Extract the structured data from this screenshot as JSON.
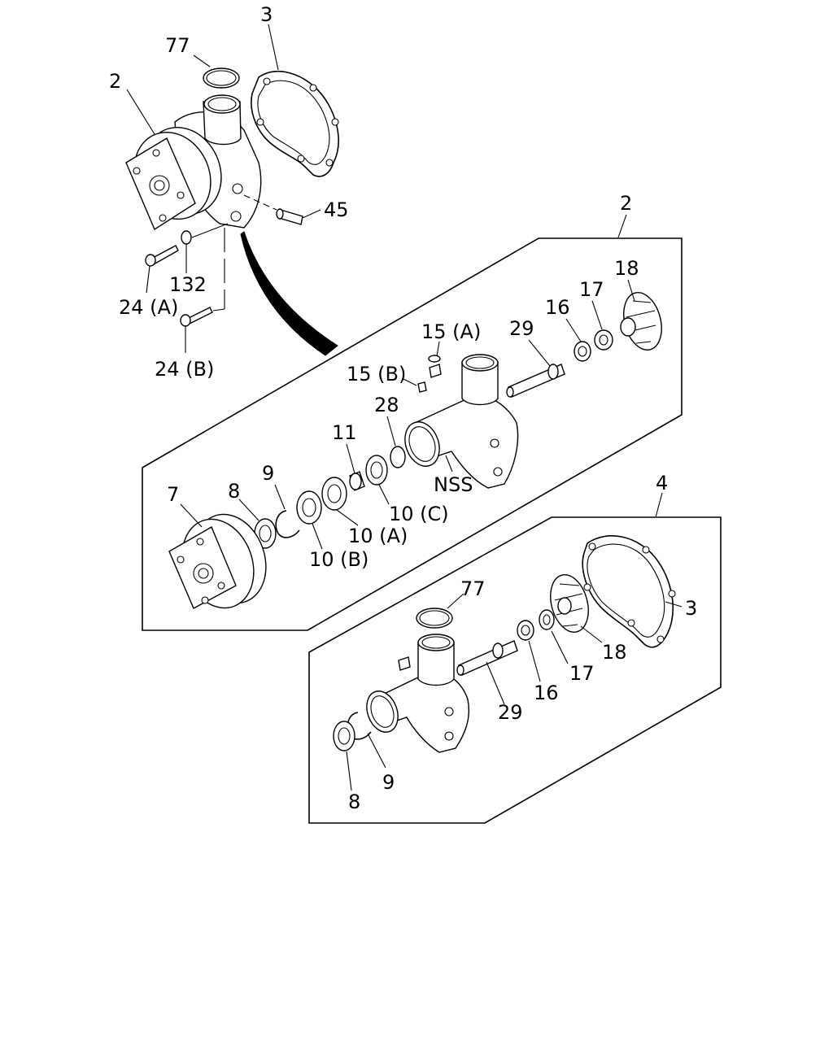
{
  "labels": {
    "top_77": "77",
    "top_3": "3",
    "top_2": "2",
    "top_45": "45",
    "top_132": "132",
    "top_24a": "24 (A)",
    "top_24b": "24 (B)",
    "mid_2": "2",
    "mid_18": "18",
    "mid_17": "17",
    "mid_16": "16",
    "mid_29": "29",
    "mid_15a": "15 (A)",
    "mid_15b": "15 (B)",
    "mid_28": "28",
    "mid_11": "11",
    "mid_nss": "NSS",
    "mid_9": "9",
    "mid_8": "8",
    "mid_7": "7",
    "mid_10c": "10 (C)",
    "mid_10a": "10 (A)",
    "mid_10b": "10 (B)",
    "bot_4": "4",
    "bot_77": "77",
    "bot_3": "3",
    "bot_18": "18",
    "bot_17": "17",
    "bot_16": "16",
    "bot_29": "29",
    "bot_9": "9",
    "bot_8": "8"
  }
}
